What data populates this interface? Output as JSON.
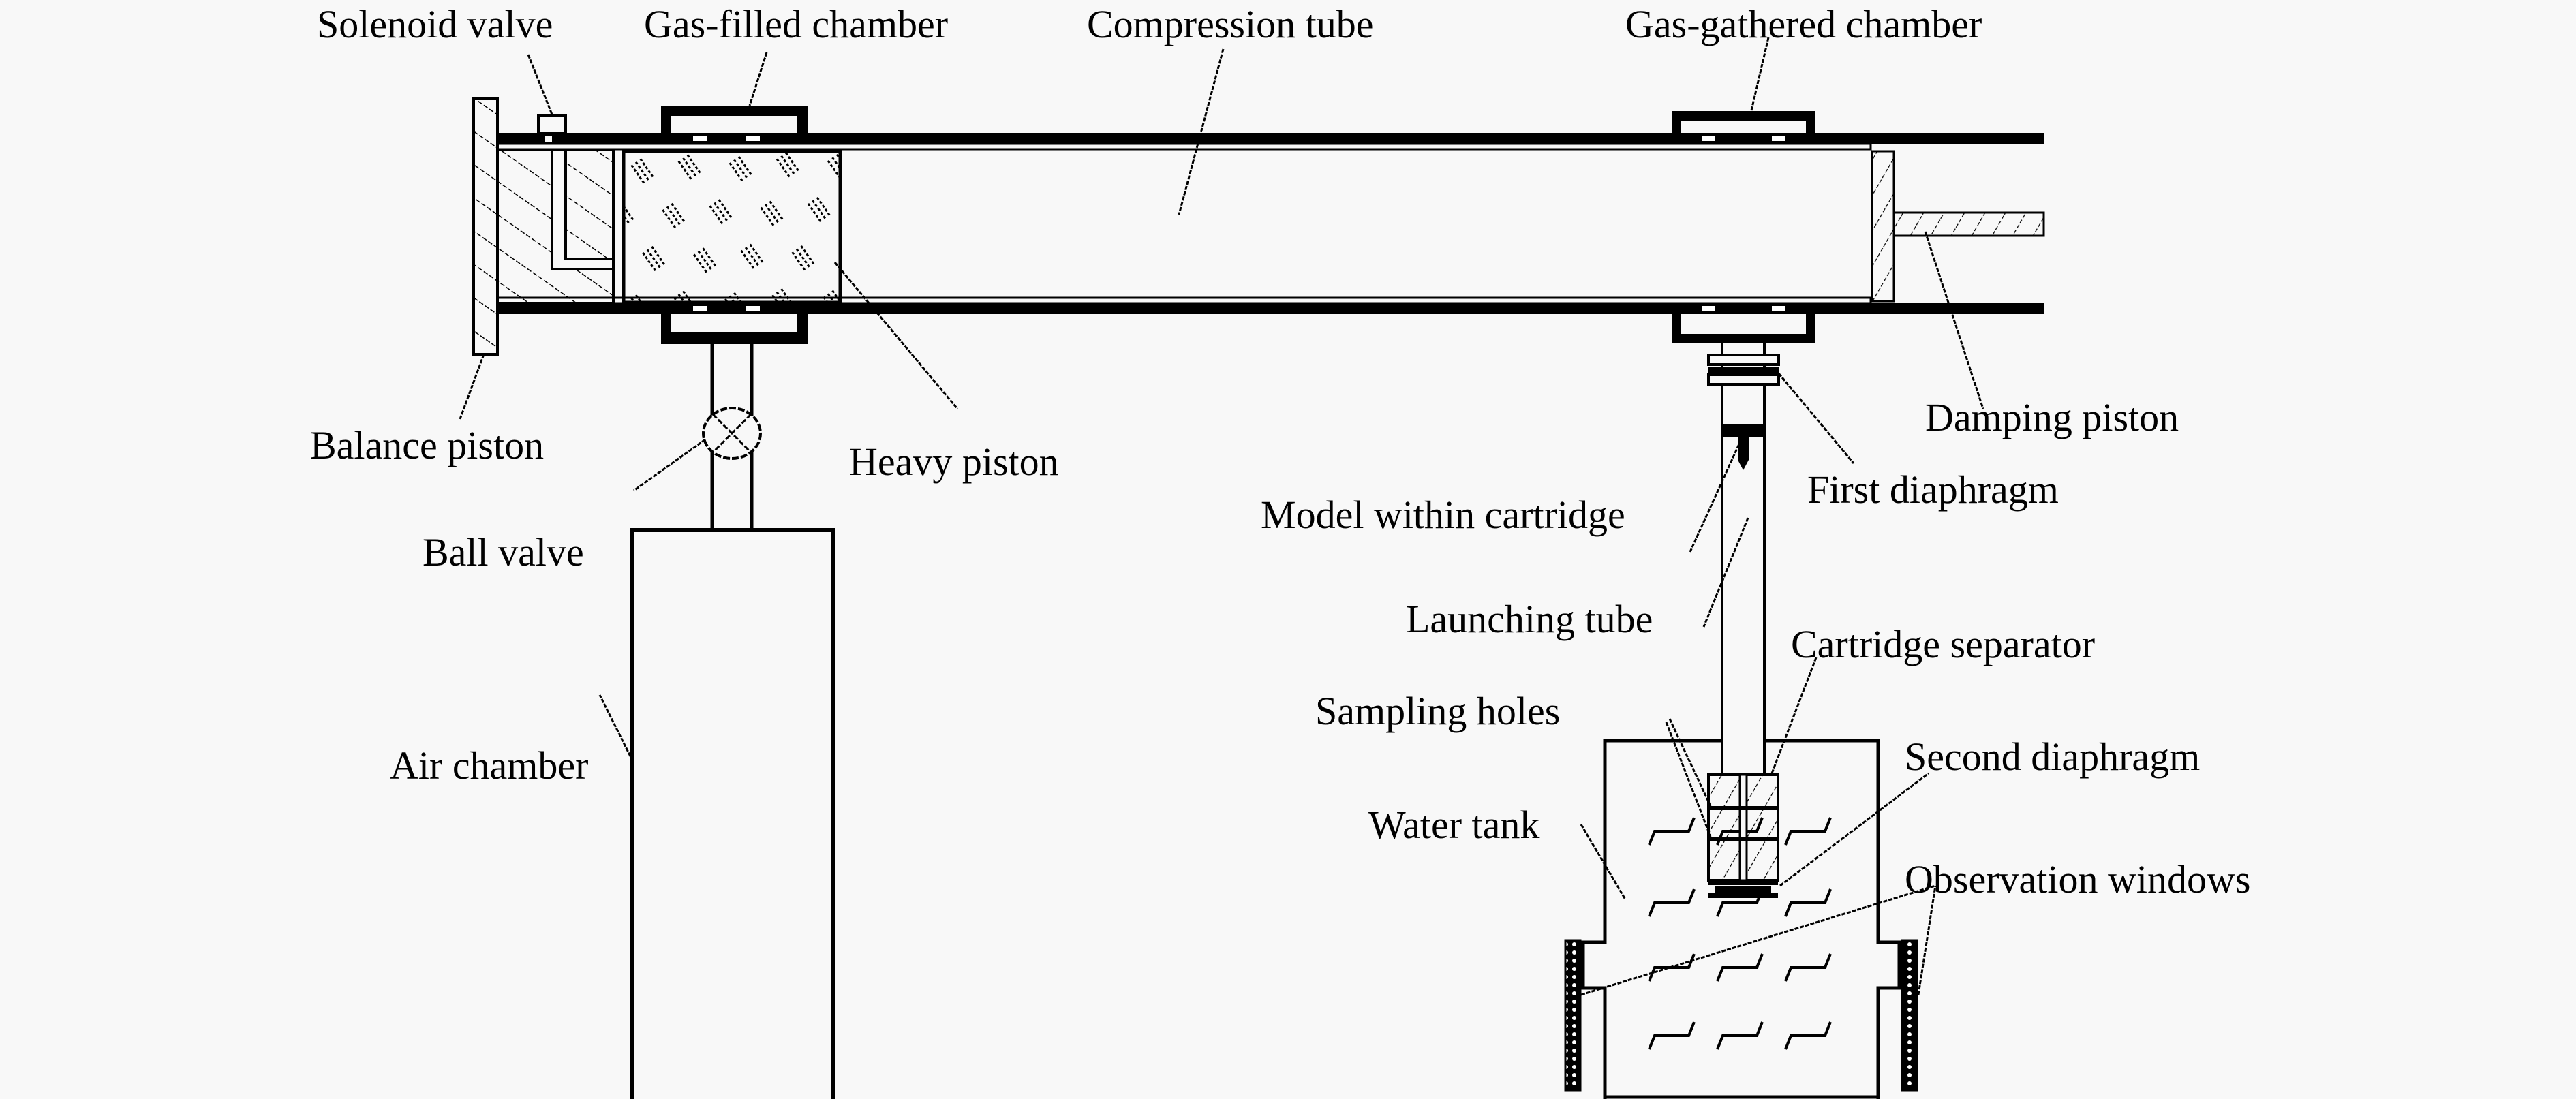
{
  "diagram": {
    "title": "Schematic of gas-gun launching and water-entry test apparatus",
    "labels": {
      "solenoid_valve": "Solenoid valve",
      "gas_filled_chamber": "Gas-filled chamber",
      "compression_tube": "Compression tube",
      "gas_gathered_chamber": "Gas-gathered chamber",
      "balance_piston": "Balance piston",
      "heavy_piston": "Heavy piston",
      "damping_piston": "Damping piston",
      "first_diaphragm": "First diaphragm",
      "ball_valve": "Ball valve",
      "model_within_cartridge": "Model within cartridge",
      "launching_tube": "Launching tube",
      "cartridge_separator": "Cartridge separator",
      "sampling_holes": "Sampling holes",
      "second_diaphragm": "Second diaphragm",
      "air_chamber": "Air chamber",
      "water_tank": "Water tank",
      "observation_windows": "Observation windows"
    },
    "colors": {
      "background": "#f8f8f8",
      "stroke": "#000000"
    }
  }
}
